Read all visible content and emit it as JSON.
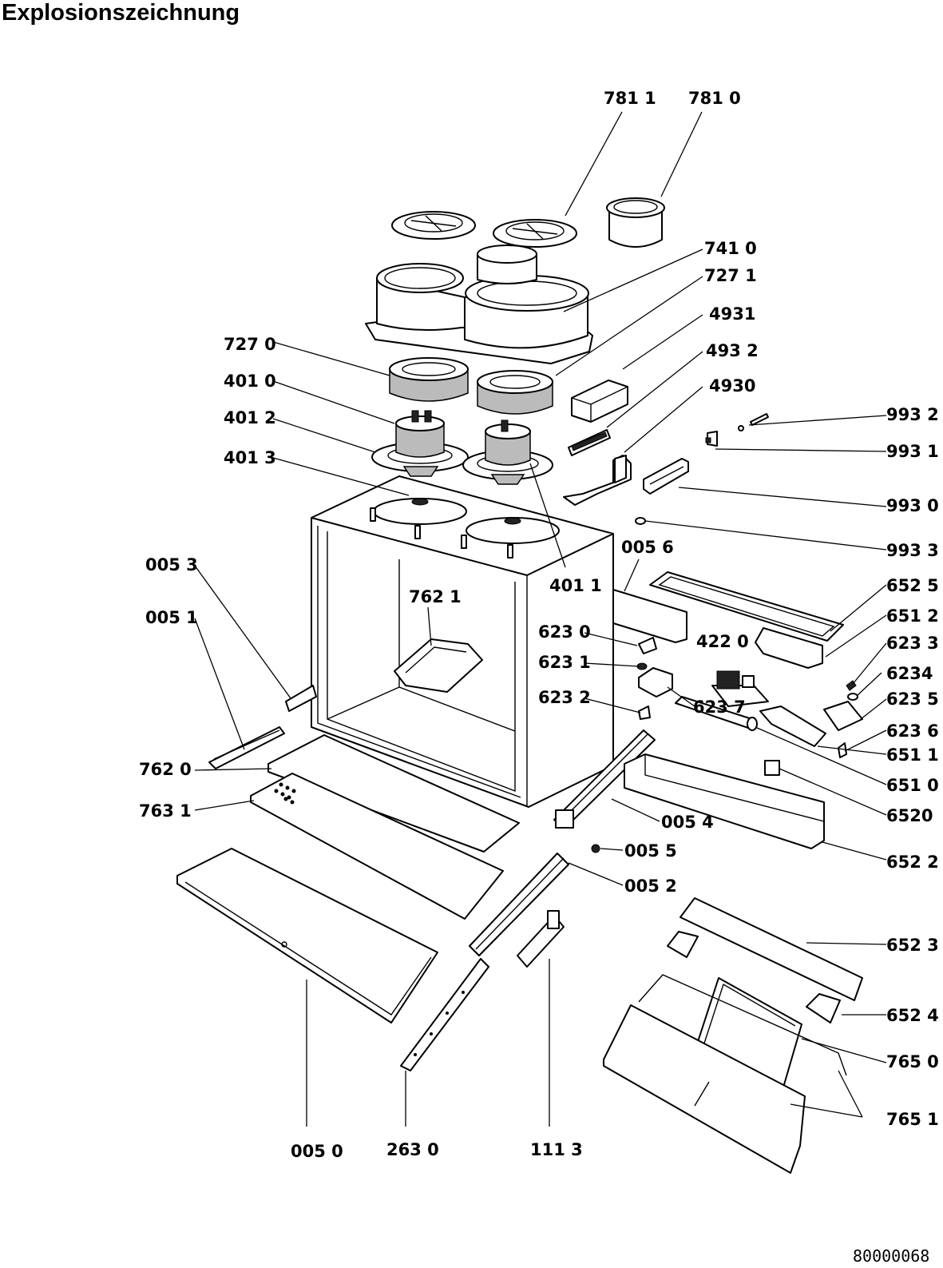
{
  "title": "Explosionszeichnung",
  "document_number": "80000068",
  "part_labels": [
    {
      "id": "7811",
      "text": "781 1"
    },
    {
      "id": "7810",
      "text": "781 0"
    },
    {
      "id": "7410",
      "text": "741 0"
    },
    {
      "id": "7271",
      "text": "727 1"
    },
    {
      "id": "4931",
      "text": "4931"
    },
    {
      "id": "7270",
      "text": "727 0"
    },
    {
      "id": "4932",
      "text": "493 2"
    },
    {
      "id": "4010",
      "text": "401 0"
    },
    {
      "id": "4930",
      "text": "4930"
    },
    {
      "id": "9932",
      "text": "993 2"
    },
    {
      "id": "4012",
      "text": "401 2"
    },
    {
      "id": "9931",
      "text": "993 1"
    },
    {
      "id": "4013",
      "text": "401 3"
    },
    {
      "id": "9930",
      "text": "993 0"
    },
    {
      "id": "9933",
      "text": "993 3"
    },
    {
      "id": "0056",
      "text": "005 6"
    },
    {
      "id": "0053",
      "text": "005 3"
    },
    {
      "id": "4011",
      "text": "401 1"
    },
    {
      "id": "6525",
      "text": "652 5"
    },
    {
      "id": "7621",
      "text": "762 1"
    },
    {
      "id": "0051",
      "text": "005 1"
    },
    {
      "id": "6512",
      "text": "651 2"
    },
    {
      "id": "6230",
      "text": "623 0"
    },
    {
      "id": "4220",
      "text": "422 0"
    },
    {
      "id": "6233",
      "text": "623 3"
    },
    {
      "id": "6231",
      "text": "623 1"
    },
    {
      "id": "6234",
      "text": "6234"
    },
    {
      "id": "6237",
      "text": "623 7"
    },
    {
      "id": "6232",
      "text": "623 2"
    },
    {
      "id": "6235",
      "text": "623 5"
    },
    {
      "id": "6236",
      "text": "623 6"
    },
    {
      "id": "6511",
      "text": "651 1"
    },
    {
      "id": "7620",
      "text": "762 0"
    },
    {
      "id": "6510",
      "text": "651 0"
    },
    {
      "id": "6520",
      "text": "6520"
    },
    {
      "id": "7631",
      "text": "763 1"
    },
    {
      "id": "0054",
      "text": "005 4"
    },
    {
      "id": "0055",
      "text": "005 5"
    },
    {
      "id": "6522",
      "text": "652 2"
    },
    {
      "id": "0052",
      "text": "005 2"
    },
    {
      "id": "6523",
      "text": "652 3"
    },
    {
      "id": "6524",
      "text": "652 4"
    },
    {
      "id": "7650",
      "text": "765 0"
    },
    {
      "id": "7651",
      "text": "765 1"
    },
    {
      "id": "0050",
      "text": "005 0"
    },
    {
      "id": "2630",
      "text": "263 0"
    },
    {
      "id": "1113",
      "text": "111 3"
    }
  ]
}
